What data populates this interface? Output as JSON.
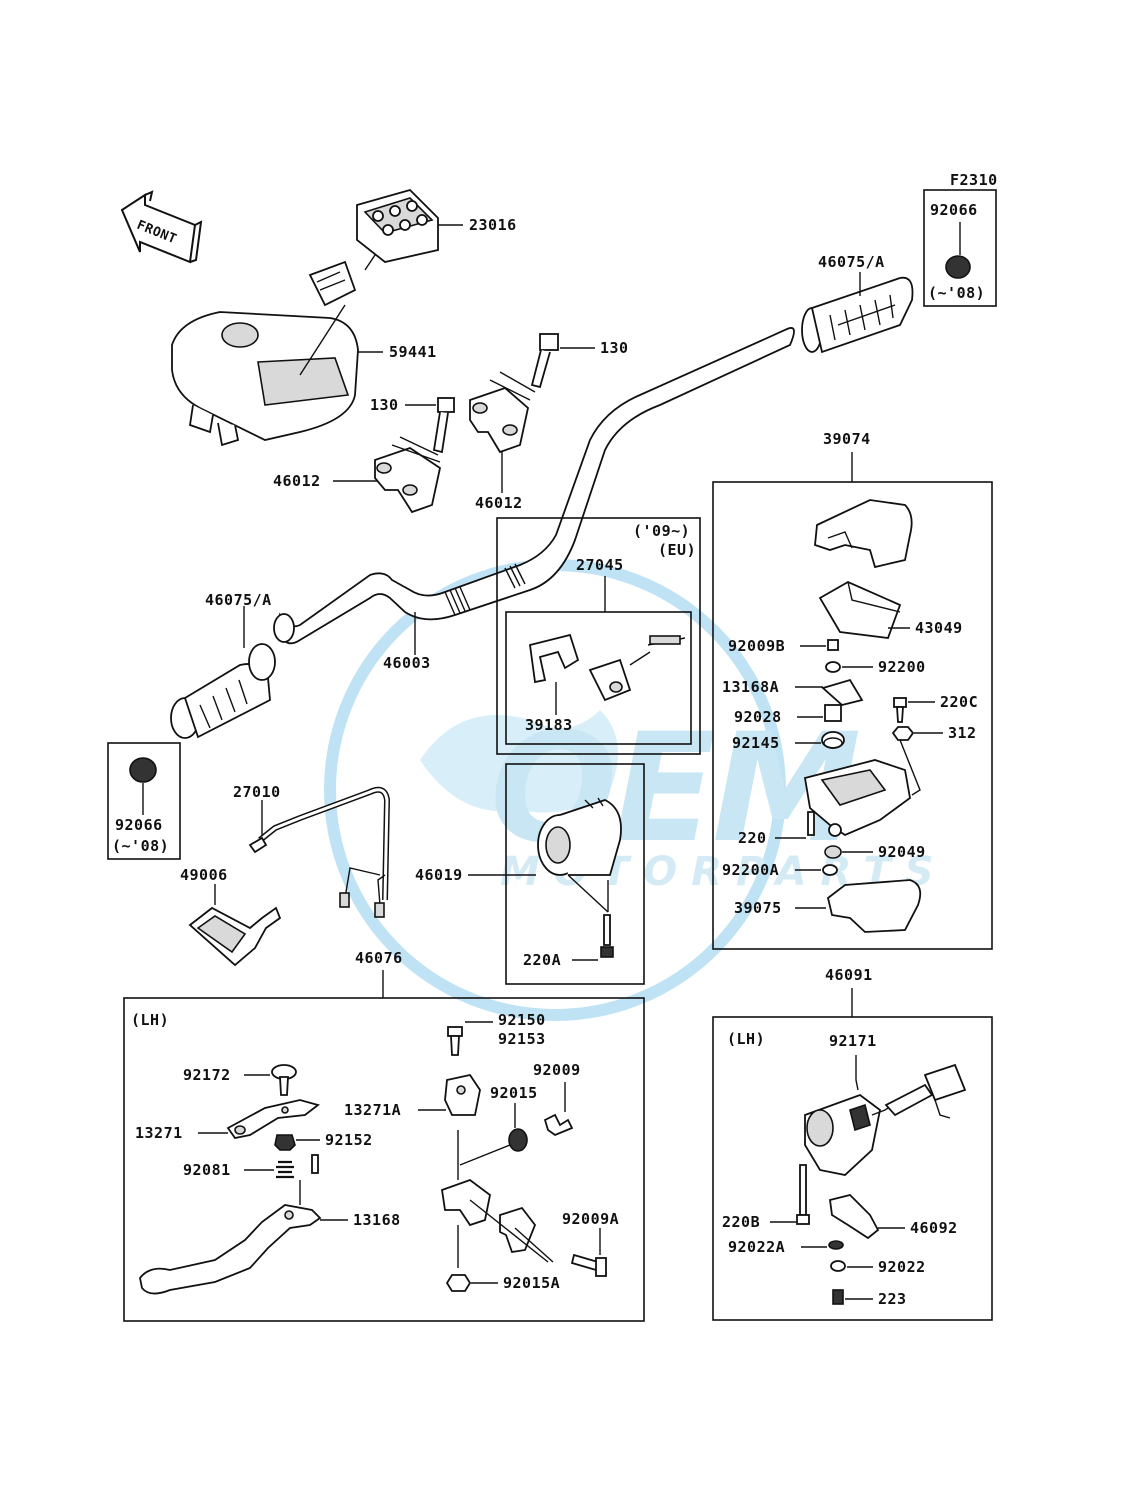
{
  "diagram": {
    "code": "F2310",
    "front_label": "FRONT",
    "watermark": {
      "main": "OEM",
      "sub": "MOTORPARTS",
      "color": "#bfe3f5"
    },
    "labels": {
      "p23016": "23016",
      "p59441": "59441",
      "p130a": "130",
      "p130b": "130",
      "p46012a": "46012",
      "p46012b": "46012",
      "p46075a_top": "46075/A",
      "p92066_top": "92066",
      "p92066_top_note": "(~'08)",
      "p39074": "39074",
      "p43049": "43049",
      "p92009b": "92009B",
      "p92200": "92200",
      "p13168a": "13168A",
      "p220c": "220C",
      "p92028": "92028",
      "p312": "312",
      "p92145": "92145",
      "p220": "220",
      "p92049": "92049",
      "p92200a": "92200A",
      "p39075": "39075",
      "p46075a_left": "46075/A",
      "p46003": "46003",
      "p09eu_a": "('09~)",
      "p09eu_b": "(EU)",
      "p27045": "27045",
      "p39183": "39183",
      "p92066_left": "92066",
      "p92066_left_note": "(~'08)",
      "p27010": "27010",
      "p49006": "49006",
      "p46019": "46019",
      "p220a": "220A",
      "p46076": "46076",
      "p46091": "46091",
      "lh_left": "(LH)",
      "lh_right": "(LH)",
      "p92150": "92150",
      "p92153": "92153",
      "p92009": "92009",
      "p92015": "92015",
      "p13271a": "13271A",
      "p92172": "92172",
      "p13271": "13271",
      "p92152": "92152",
      "p92081": "92081",
      "p13168": "13168",
      "p92009a": "92009A",
      "p92015a": "92015A",
      "p92171": "92171",
      "p220b": "220B",
      "p46092": "46092",
      "p92022a": "92022A",
      "p92022": "92022",
      "p223": "223"
    }
  }
}
